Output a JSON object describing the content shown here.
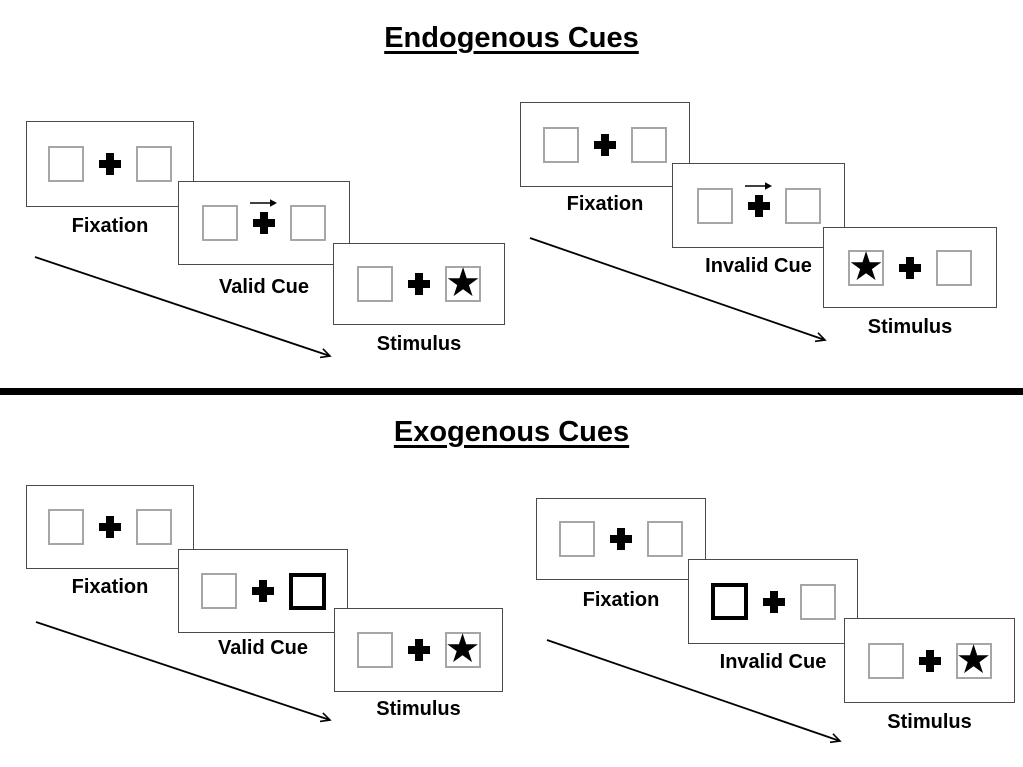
{
  "sections": [
    {
      "title": "Endogenous Cues",
      "sequences": [
        {
          "name": "endogenous-valid",
          "cue_style": "central-arrow-pointing-right",
          "steps": [
            {
              "label": "Fixation",
              "cue": "none",
              "star_position": "none"
            },
            {
              "label": "Valid Cue",
              "cue": "arrow-right",
              "star_position": "none"
            },
            {
              "label": "Stimulus",
              "cue": "none",
              "star_position": "right"
            }
          ]
        },
        {
          "name": "endogenous-invalid",
          "cue_style": "central-arrow-pointing-right",
          "steps": [
            {
              "label": "Fixation",
              "cue": "none",
              "star_position": "none"
            },
            {
              "label": "Invalid Cue",
              "cue": "arrow-right",
              "star_position": "none"
            },
            {
              "label": "Stimulus",
              "cue": "none",
              "star_position": "left"
            }
          ]
        }
      ]
    },
    {
      "title": "Exogenous Cues",
      "sequences": [
        {
          "name": "exogenous-valid",
          "cue_style": "peripheral-thick-box",
          "steps": [
            {
              "label": "Fixation",
              "cue": "none",
              "star_position": "none"
            },
            {
              "label": "Valid Cue",
              "cue": "thick-box-right",
              "star_position": "none"
            },
            {
              "label": "Stimulus",
              "cue": "none",
              "star_position": "right"
            }
          ]
        },
        {
          "name": "exogenous-invalid",
          "cue_style": "peripheral-thick-box",
          "steps": [
            {
              "label": "Fixation",
              "cue": "none",
              "star_position": "none"
            },
            {
              "label": "Invalid Cue",
              "cue": "thick-box-left",
              "star_position": "none"
            },
            {
              "label": "Stimulus",
              "cue": "none",
              "star_position": "right"
            }
          ]
        }
      ]
    }
  ],
  "icons": {
    "star": "★",
    "fixation_cross": "plus-shape",
    "cue_arrow": "→"
  },
  "colors": {
    "background": "#ffffff",
    "panel_border": "#4a4a4a",
    "square_border": "#a6a6a6",
    "cue_square_border": "#000000",
    "text": "#000000",
    "divider": "#000000",
    "arrow": "#000000"
  }
}
